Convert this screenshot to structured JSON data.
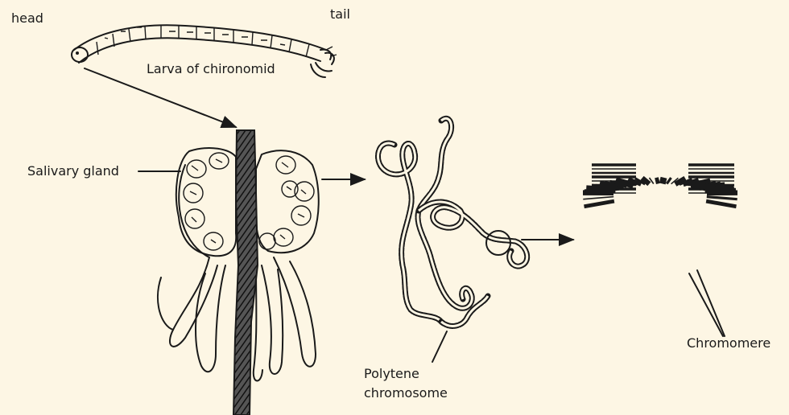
{
  "labels": {
    "head": "head",
    "tail": "tail",
    "larva": "Larva of chironomid",
    "gland": "Salivary gland",
    "polytene_line1": "Polytene",
    "polytene_line2": "chromosome",
    "chromomere": "Chromomere"
  },
  "colors": {
    "background": "#fdf6e4",
    "ink": "#1a1a1a"
  }
}
